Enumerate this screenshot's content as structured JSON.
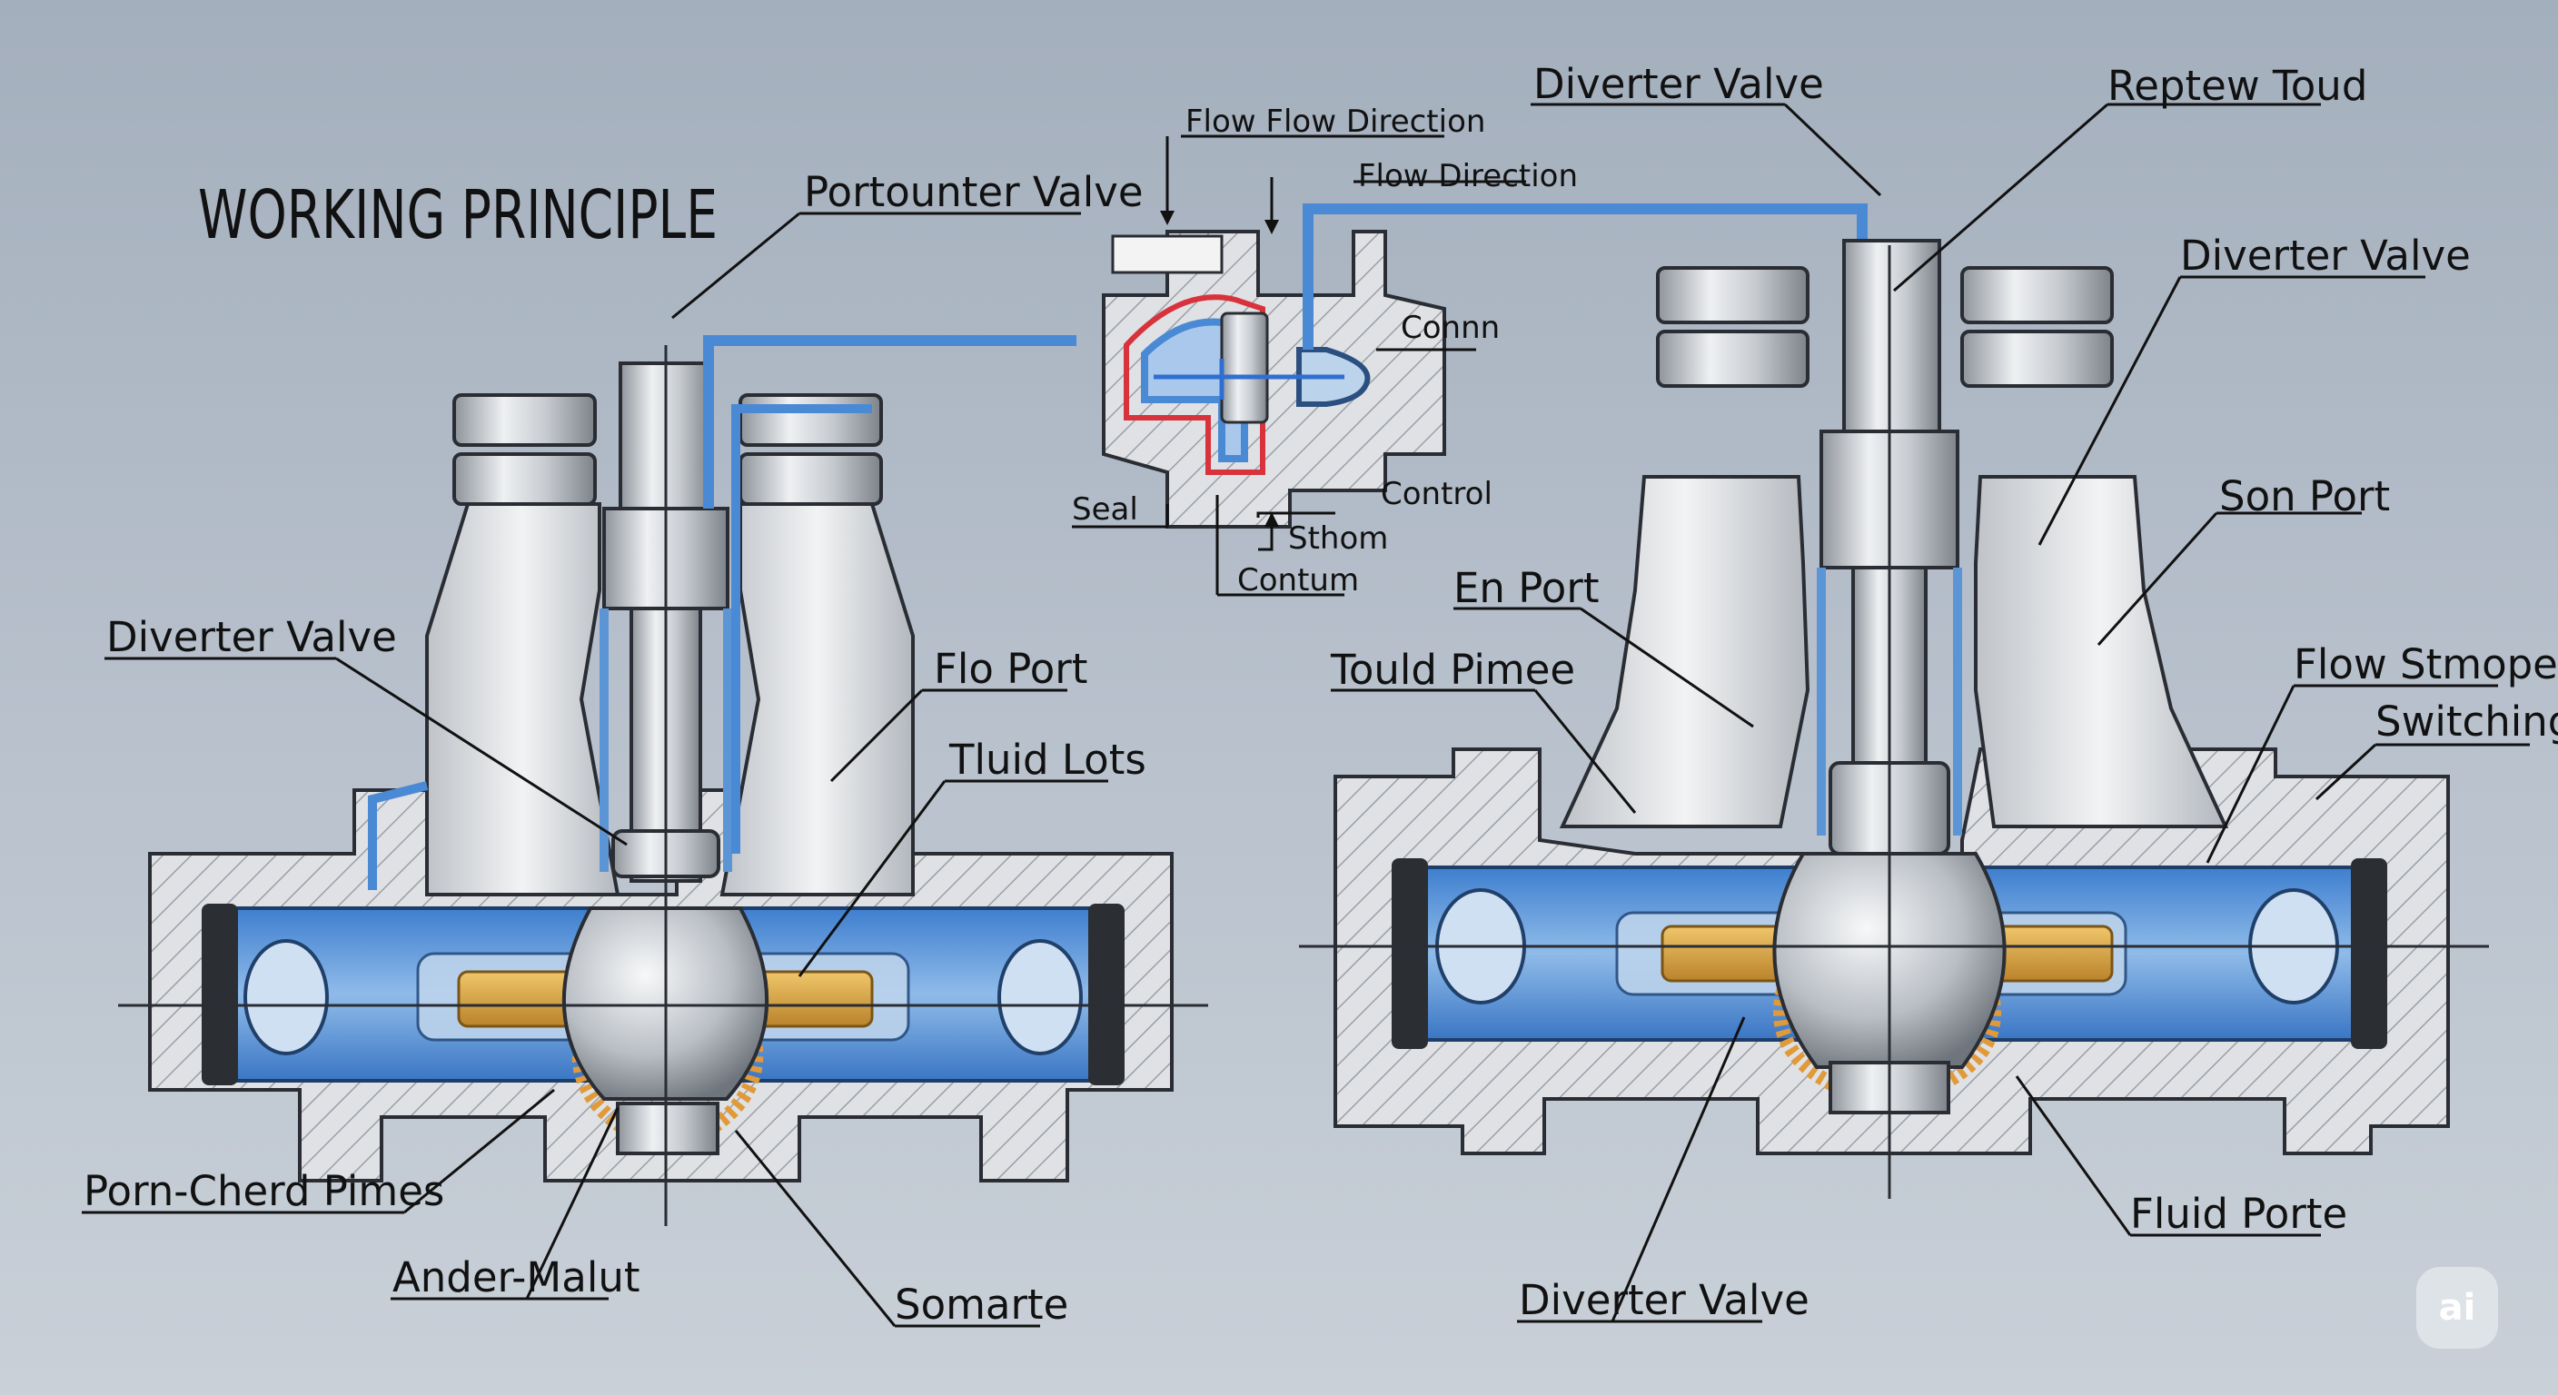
{
  "title": "WORKING PRINCIPLE",
  "labels": {
    "portounter_valve": "Portounter Valve",
    "diverter_valve_top": "Diverter Valve",
    "reptew_toud": "Reptew Toud",
    "diverter_valve_right": "Diverter Valve",
    "son_port": "Son Port",
    "en_port": "En Port",
    "tould_pimee": "Tould Pimee",
    "flow_stmope": "Flow Stmope",
    "switching": "Switching",
    "fluid_porte": "Fluid Porte",
    "diverter_valve_bottom": "Diverter Valve",
    "diverter_valve_left": "Diverter Valve",
    "flo_port": "Flo Port",
    "tluid_lots": "Tluid Lots",
    "porn_cherd_pimes": "Porn-Cherd Pimes",
    "ander_malut": "Ander-Malut",
    "somarte": "Somarte",
    "flow_flow_direction": "Flow Flow Direction",
    "flow_direction": "Flow Direction",
    "conn": "Connn",
    "seal": "Seal",
    "control": "Control",
    "sthom": "Sthom",
    "contum": "Contum"
  },
  "badge": "ai",
  "colors": {
    "background": "#b4bdc8",
    "fluid_blue": "#5b95d6",
    "tube_blue": "#4a8ad4",
    "brass": "#d9a441",
    "seal_red": "#d8323c",
    "metal_gray": "#c9ccd0",
    "outline": "#2a2d33"
  }
}
